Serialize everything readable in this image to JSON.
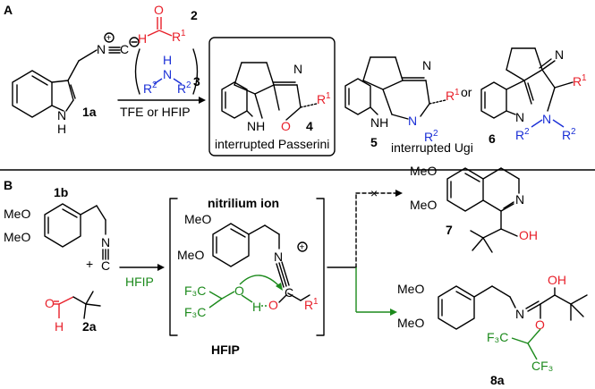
{
  "panel_a": {
    "label": "A",
    "aldehyde_num": "2",
    "aldehyde_O": "O",
    "aldehyde_H": "H",
    "r1": "R",
    "r1_sup": "1",
    "amine_N": "N",
    "amine_H": "H",
    "r2": "R",
    "r2_sup": "2",
    "amine_num": "3",
    "solvent": "TFE or HFIP",
    "sm_num": "1a",
    "indole_N": "N",
    "indole_H": "H",
    "iso_N": "N",
    "iso_C": "C",
    "prod4_num": "4",
    "prod4_caption": "interrupted Passerini",
    "prod5_num": "5",
    "prod6_num": "6",
    "ugi_caption": "interrupted Ugi",
    "or_text": "or",
    "O_atom": "O",
    "N_atom": "N",
    "NH_atom": "NH"
  },
  "panel_b": {
    "label": "B",
    "sm_num": "1b",
    "meo1": "MeO",
    "meo2": "MeO",
    "plus": "+",
    "ald_num": "2a",
    "ald_O": "O",
    "ald_H": "H",
    "hfip_arrow": "HFIP",
    "nitrilium": "nitrilium ion",
    "hfip_label": "HFIP",
    "cf3a": "F₃C",
    "cf3b": "F₃C",
    "o_h": "O",
    "h_bond": "H",
    "o_alk": "O",
    "r1": "R",
    "r1_sup": "1",
    "prod7_num": "7",
    "prod7_N": "N",
    "prod7_OH": "OH",
    "prod8_num": "8a",
    "prod8_N": "N",
    "prod8_OH": "OH",
    "prod8_O": "O",
    "prod8_cf3a": "F₃C",
    "prod8_cf3b": "CF₃",
    "blocked": "×"
  },
  "colors": {
    "red": "#e8202a",
    "blue": "#1a2fd6",
    "green": "#1c8a1c"
  }
}
